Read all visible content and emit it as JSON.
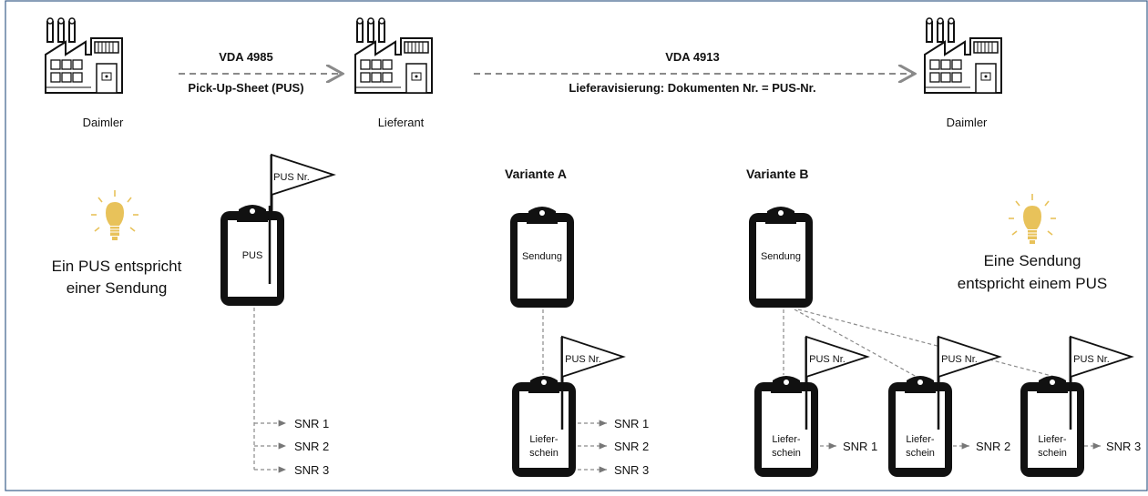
{
  "flow": {
    "left_factory_label": "Daimler",
    "middle_factory_label": "Lieferant",
    "right_factory_label": "Daimler",
    "arrow1_top": "VDA 4985",
    "arrow1_bottom": "Pick-Up-Sheet (PUS)",
    "arrow2_top": "VDA 4913",
    "arrow2_bottom": "Lieferavisierung: Dokumenten Nr. = PUS-Nr."
  },
  "left_note": {
    "line1": "Ein PUS entspricht",
    "line2": "einer Sendung"
  },
  "right_note": {
    "line1": "Eine Sendung",
    "line2": "entspricht einem PUS"
  },
  "pus_group": {
    "clipboard_label": "PUS",
    "flag_label": "PUS Nr.",
    "items": [
      "SNR 1",
      "SNR 2",
      "SNR 3"
    ]
  },
  "variant_a": {
    "title": "Variante A",
    "sendung_label": "Sendung",
    "flag_label": "PUS Nr.",
    "lieferschein_line1": "Liefer-",
    "lieferschein_line2": "schein",
    "items": [
      "SNR 1",
      "SNR 2",
      "SNR 3"
    ]
  },
  "variant_b": {
    "title": "Variante B",
    "sendung_label": "Sendung",
    "flag_label": "PUS Nr.",
    "lieferschein_line1": "Liefer-",
    "lieferschein_line2": "schein",
    "items": [
      "SNR 1",
      "SNR 2",
      "SNR 3"
    ]
  },
  "colors": {
    "bulb": "#e8c25a",
    "ink": "#111111",
    "dash": "#8a8a8a",
    "frame": "#3b5f8a"
  }
}
